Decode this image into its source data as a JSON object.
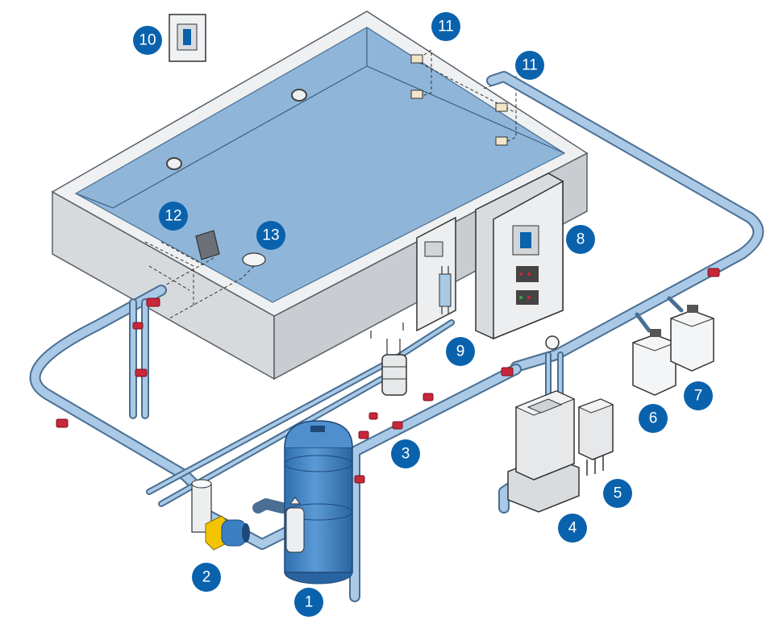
{
  "colors": {
    "water": "#8fb6d9",
    "pipe": "#a9c9e6",
    "pipe_edge": "#4a6f93",
    "concrete_top": "#e9ebec",
    "concrete_side": "#d4d7da",
    "valve": "#c8283a",
    "badge": "#0a62ad",
    "filter_tank": "#3a7fc2",
    "pump_yellow": "#f2c500",
    "panel": "#eaecee"
  },
  "labels": {
    "n1": "1",
    "n2": "2",
    "n3": "3",
    "n4": "4",
    "n5": "5",
    "n6": "6",
    "n7": "7",
    "n8": "8",
    "n9": "9",
    "n10": "10",
    "n11a": "11",
    "n11b": "11",
    "n12": "12",
    "n13": "13"
  }
}
